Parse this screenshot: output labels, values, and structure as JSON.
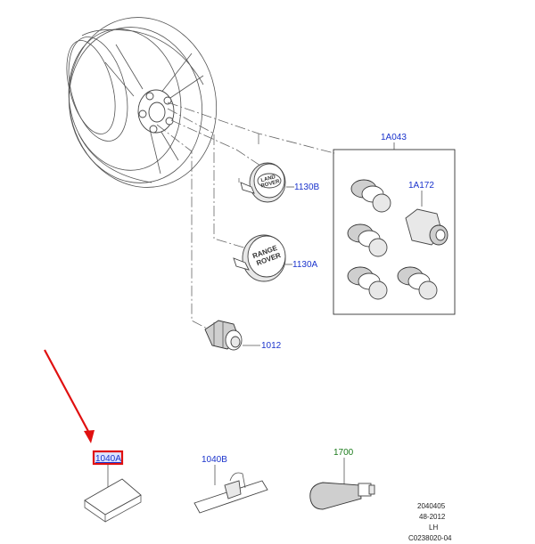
{
  "callouts": {
    "locking_kit": "1A043",
    "locking_nut": "1A172",
    "cap_land_rover": "1130B",
    "cap_range_rover": "1130A",
    "wheel_nut": "1012",
    "weight_adhesive": "1040A",
    "weight_clip": "1040B",
    "valve": "1700"
  },
  "badges": {
    "land_rover": [
      "LAND",
      "ROVER"
    ],
    "range_rover": [
      "RANGE",
      "ROVER"
    ]
  },
  "reference": {
    "line1": "2040405",
    "line2": "48-2012",
    "line3": "LH",
    "line4": "C0238020-04"
  },
  "colors": {
    "callout_blue": "#1a33cc",
    "callout_green": "#1a7a1a",
    "highlight_red": "#e01010"
  }
}
